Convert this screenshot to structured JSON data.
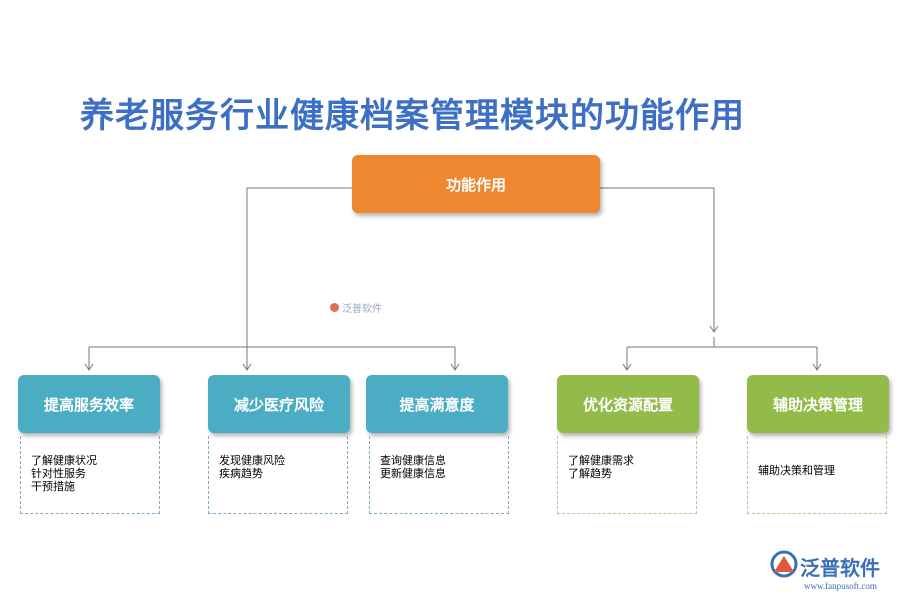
{
  "title": "养老服务行业健康档案管理模块的功能作用",
  "root": {
    "label": "功能作用"
  },
  "categories": [
    {
      "label": "提高服务效率",
      "items": [
        "了解健康状况",
        "针对性服务",
        "干预措施"
      ]
    },
    {
      "label": "减少医疗风险",
      "items": [
        "发现健康风险",
        "疾病趋势"
      ]
    },
    {
      "label": "提高满意度",
      "items": [
        "查询健康信息",
        "更新健康信息"
      ]
    },
    {
      "label": "优化资源配置",
      "items": [
        "了解健康需求",
        "了解趋势"
      ]
    },
    {
      "label": "辅助决策管理",
      "items": [
        "辅助决策和管理"
      ]
    }
  ],
  "watermark": {
    "text": "泛普软件"
  },
  "logo": {
    "name": "泛普软件",
    "url": "www.fanpusoft.com"
  },
  "colors": {
    "title": "#3d70c4",
    "root": "#ef8630",
    "blue_box": "#4aadc4",
    "green_box": "#92bb4a"
  }
}
